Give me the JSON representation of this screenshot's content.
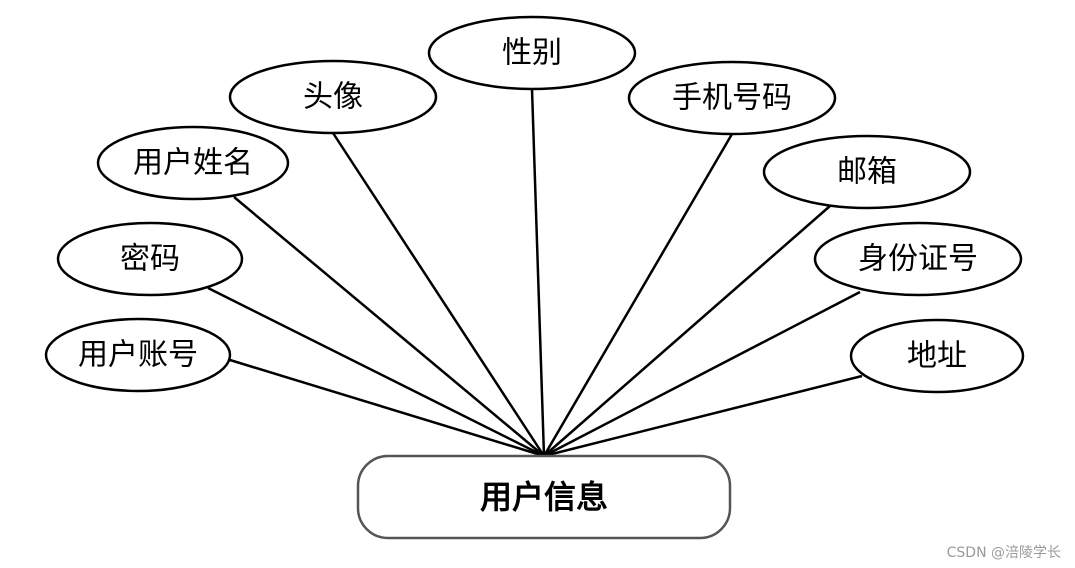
{
  "entity": {
    "label": "用户信息"
  },
  "attributes": [
    {
      "id": "username",
      "label": "用户账号"
    },
    {
      "id": "password",
      "label": "密码"
    },
    {
      "id": "name",
      "label": "用户姓名"
    },
    {
      "id": "avatar",
      "label": "头像"
    },
    {
      "id": "gender",
      "label": "性别"
    },
    {
      "id": "phone",
      "label": "手机号码"
    },
    {
      "id": "email",
      "label": "邮箱"
    },
    {
      "id": "idcard",
      "label": "身份证号"
    },
    {
      "id": "address",
      "label": "地址"
    }
  ],
  "watermark": "CSDN @涪陵学长"
}
